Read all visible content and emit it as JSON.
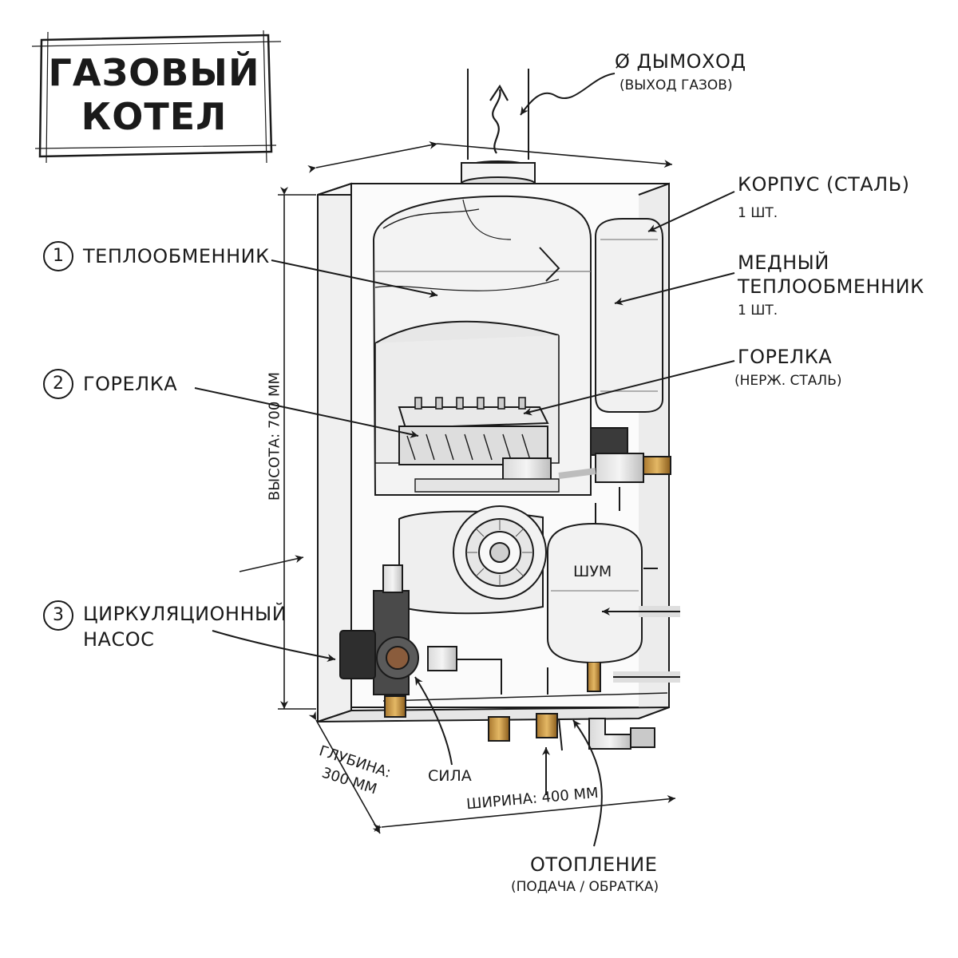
{
  "title": {
    "line1": "ГАЗОВЫЙ",
    "line2": "КОТЕЛ"
  },
  "labels": {
    "chimney": {
      "main": "Ø ДЫМОХОД",
      "sub": "(ВЫХОД ГАЗОВ)"
    },
    "casing": {
      "main": "КОРПУС (СТАЛЬ)",
      "sub": "1 ШТ."
    },
    "copper_hx": {
      "line1": "МЕДНЫЙ",
      "line2": "ТЕПЛООБМЕННИК",
      "sub": "1 ШТ."
    },
    "burner_right": {
      "main": "ГОРЕЛКА",
      "sub": "(НЕРЖ. СТАЛЬ)"
    },
    "item1": {
      "num": "1",
      "text": "ТЕПЛООБМЕННИК"
    },
    "item2": {
      "num": "2",
      "text": "ГОРЕЛКА"
    },
    "item3": {
      "num": "3",
      "line1": "ЦИРКУЛЯЦИОННЫЙ",
      "line2": "НАСОС"
    },
    "noise": "ШУМ",
    "power": "СИЛА",
    "heating": {
      "main": "ОТОПЛЕНИЕ",
      "sub": "(ПОДАЧА / ОБРАТКА)"
    }
  },
  "dimensions": {
    "height": "ВЫСОТА: 700 ММ",
    "width": "ШИРИНА: 400 ММ",
    "depth_line1": "ГЛУБИНА:",
    "depth_line2": "300 ММ"
  }
}
